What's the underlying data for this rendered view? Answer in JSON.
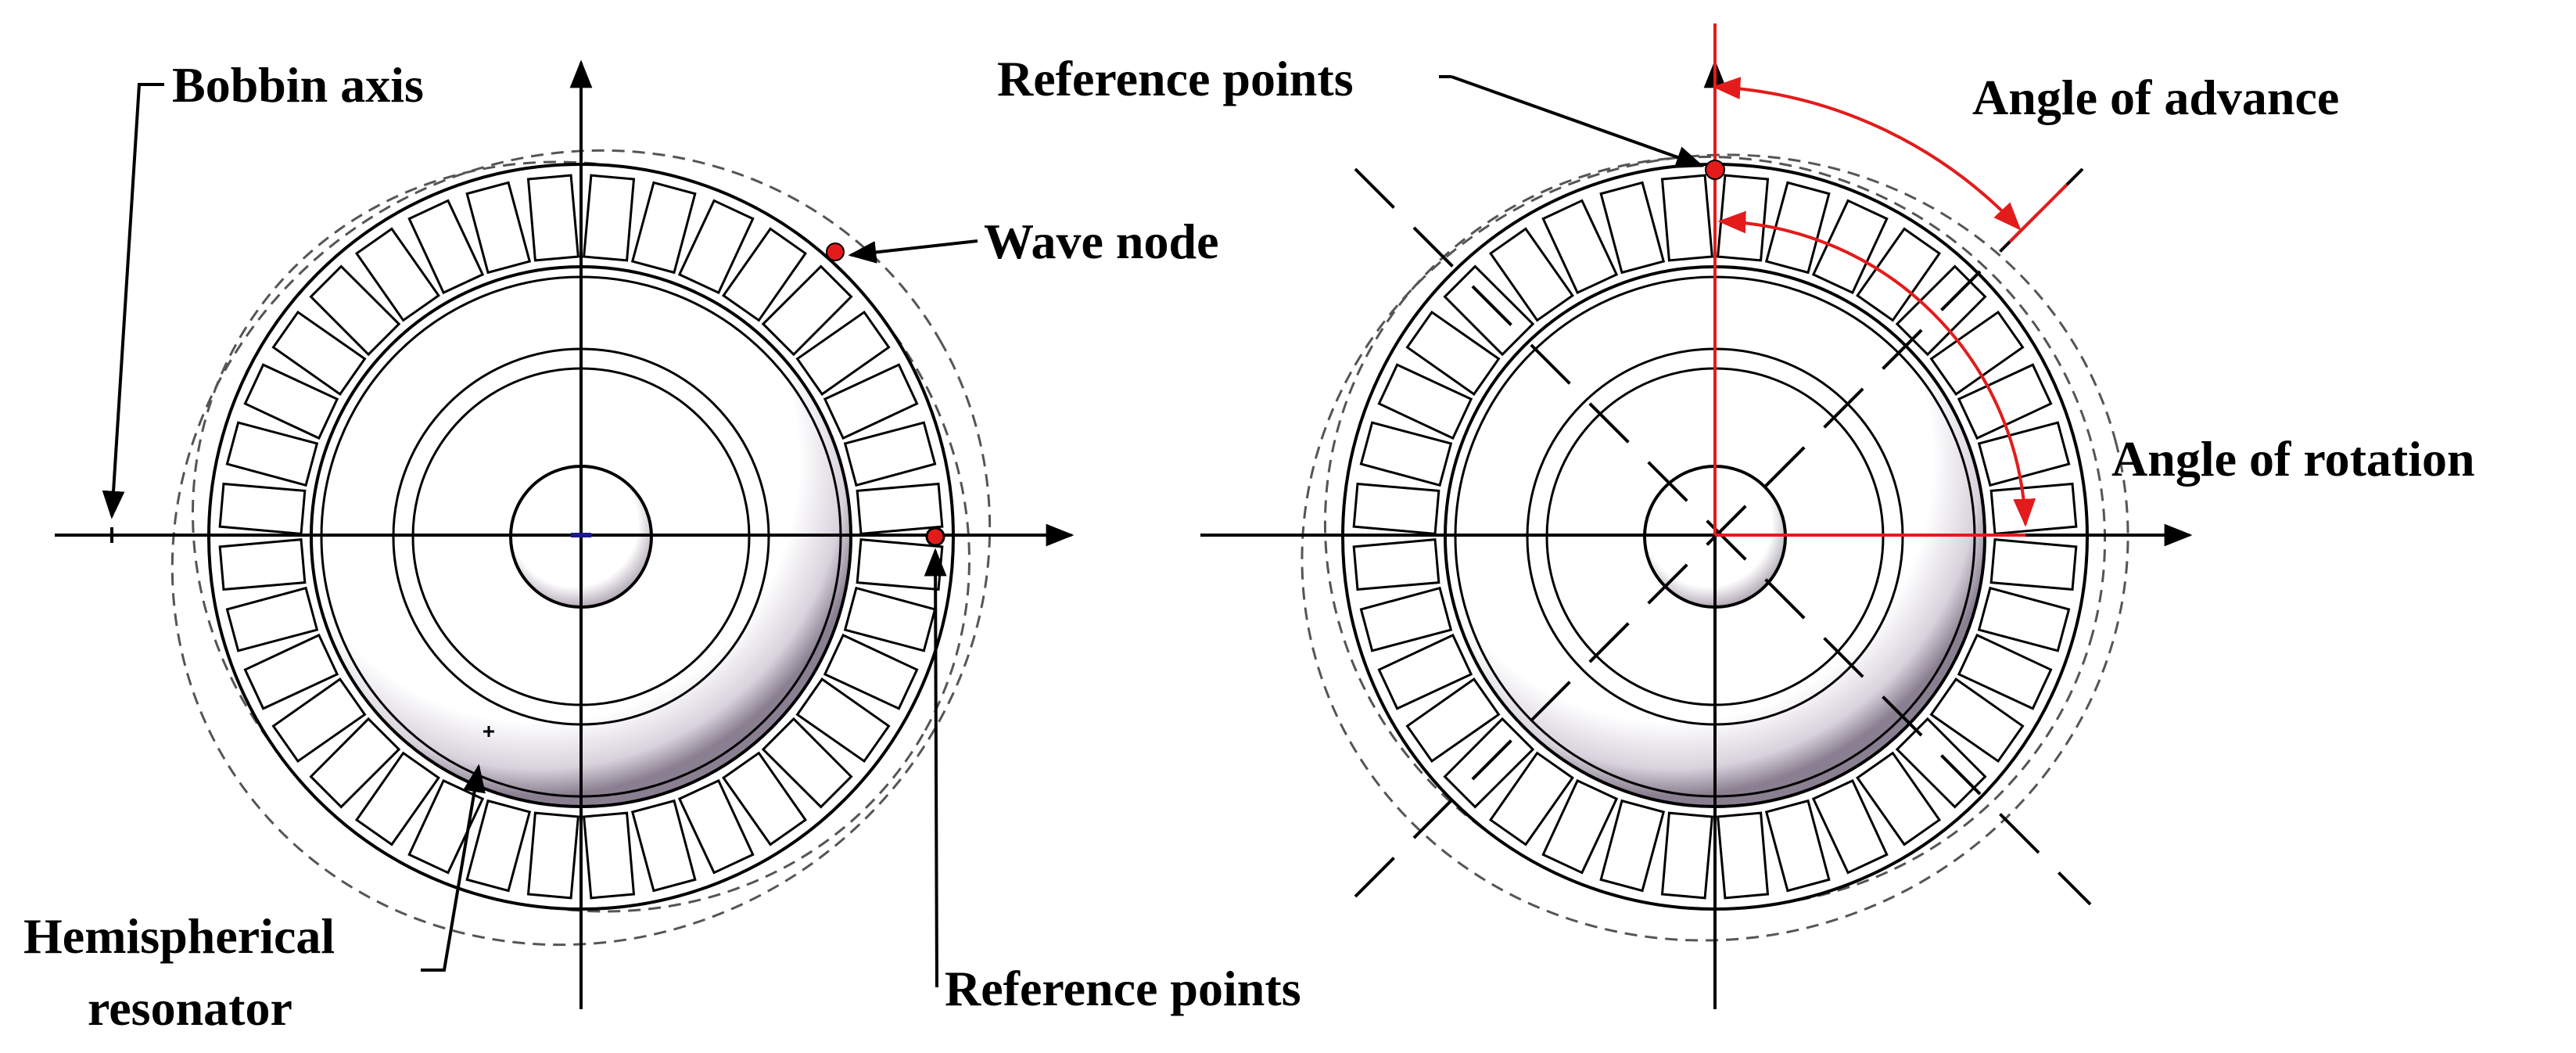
{
  "labels": {
    "bobbin_axis": "Bobbin axis",
    "wave_node": "Wave node",
    "reference_points_left": "Reference points",
    "hemispherical_line1": "Hemispherical",
    "hemispherical_line2": "resonator",
    "reference_points_right": "Reference points",
    "angle_of_advance": "Angle of advance",
    "angle_of_rotation": "Angle of rotation"
  },
  "colors": {
    "line": "#000000",
    "dashed": "#555555",
    "accent": "#e31b1b",
    "shade": "#8a7f90"
  },
  "resonator": {
    "slot_count": 36
  }
}
